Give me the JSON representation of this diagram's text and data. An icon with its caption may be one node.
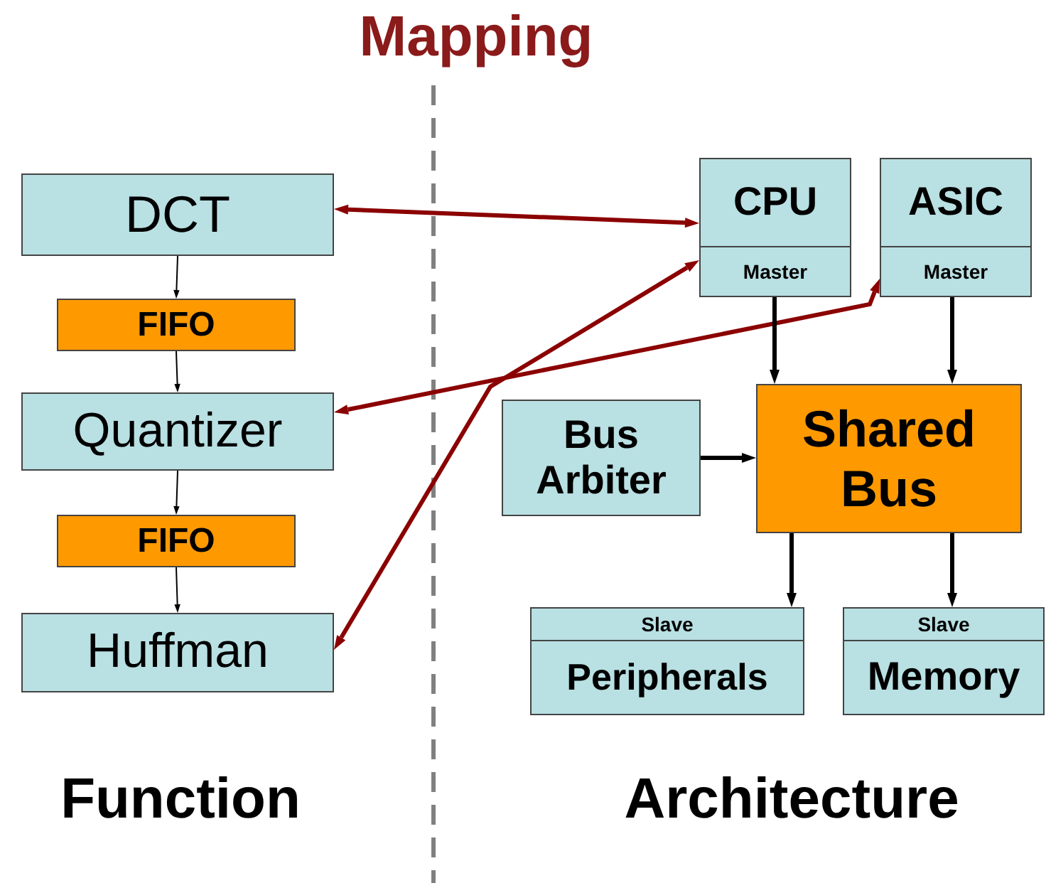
{
  "diagram": {
    "title": "Mapping",
    "nodes": [
      {
        "text": [
          "DCT"
        ]
      },
      {
        "text": [
          "FIFO"
        ]
      },
      {
        "text": [
          "Quantizer"
        ]
      },
      {
        "text": [
          "FIFO"
        ]
      },
      {
        "text": [
          "Huffman"
        ]
      },
      {
        "text": [
          "CPU",
          "Master"
        ]
      },
      {
        "text": [
          "ASIC",
          "Master"
        ]
      },
      {
        "text": [
          "Bus Arbiter"
        ]
      },
      {
        "text": [
          "Shared Bus"
        ]
      },
      {
        "text": [
          "Slave",
          "Peripherals"
        ]
      },
      {
        "text": [
          "Slave",
          "Memory"
        ]
      }
    ],
    "edges": [
      {
        "from": 0,
        "to": 1,
        "arrow": "to"
      },
      {
        "from": 1,
        "to": 2,
        "arrow": "to"
      },
      {
        "from": 2,
        "to": 3,
        "arrow": "to"
      },
      {
        "from": 3,
        "to": 4,
        "arrow": "to"
      },
      {
        "from": 0,
        "to": 5,
        "arrow": "both",
        "color": "#8b0000"
      },
      {
        "from": 2,
        "to": 6,
        "arrow": "both",
        "color": "#8b0000"
      },
      {
        "from": 4,
        "to": 5,
        "arrow": "both",
        "color": "#8b0000"
      },
      {
        "from": 5,
        "to": 8,
        "arrow": "to"
      },
      {
        "from": 6,
        "to": 8,
        "arrow": "to"
      },
      {
        "from": 7,
        "to": 8,
        "arrow": "to"
      },
      {
        "from": 8,
        "to": 9,
        "arrow": "to"
      },
      {
        "from": 8,
        "to": 10,
        "arrow": "to"
      }
    ],
    "labels": [
      "Function",
      "Architecture"
    ]
  }
}
